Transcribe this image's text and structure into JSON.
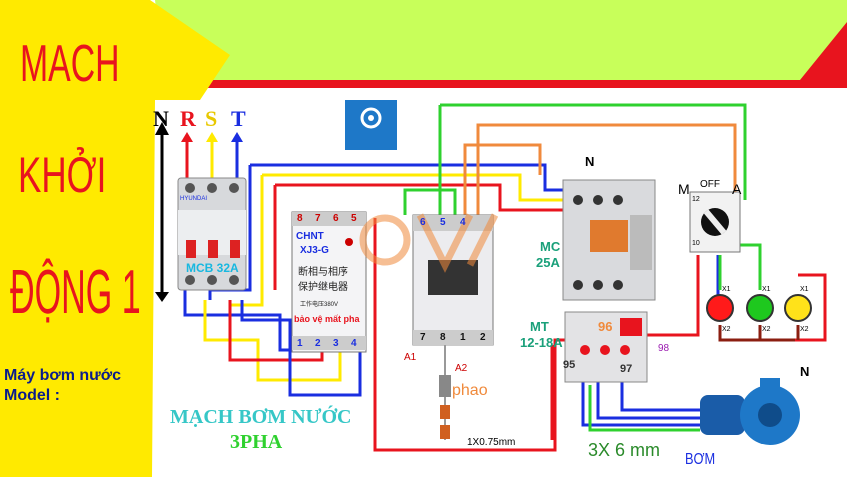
{
  "title": {
    "line1": "MACH",
    "line2": "KHỞI",
    "line3": "ĐỘNG  1"
  },
  "info": {
    "pump_label": "Máy bơm nước",
    "model_label": "Model :"
  },
  "caption": {
    "line1": "MẠCH BƠM NƯỚC",
    "line2": "3PHA"
  },
  "phases": {
    "n": "N",
    "r": "R",
    "s": "S",
    "t": "T"
  },
  "mcb": {
    "brand": "HYUNDAI",
    "label": "MCB 32A"
  },
  "relay": {
    "terminals_top": [
      "8",
      "7",
      "6",
      "5"
    ],
    "brand": "CHNT",
    "model": "XJ3-G",
    "cn_text_1": "断相与相序",
    "cn_text_2": "保护继电器",
    "voltage": "工作电压380V",
    "desc": "bảo vệ mất pha",
    "terminals_bottom": [
      "1",
      "2",
      "3",
      "4"
    ]
  },
  "float_relay": {
    "terminals_top": [
      "6",
      "5",
      "4"
    ],
    "terminals_bottom": [
      "7",
      "8",
      "1",
      "2"
    ],
    "a1": "A1",
    "a2": "A2",
    "float_label": "phao"
  },
  "contactor": {
    "label_1": "MC",
    "label_2": "25A",
    "n_label": "N"
  },
  "overload": {
    "label_1": "MT",
    "label_2": "12-18A",
    "t96": "96",
    "t98": "98",
    "t95": "95",
    "t97": "97"
  },
  "switch": {
    "m": "M",
    "off": "OFF",
    "a": "A",
    "t12": "12",
    "t10": "10"
  },
  "lamps": {
    "x1": "X1",
    "x2": "X2",
    "n_label": "N"
  },
  "wires": {
    "cable": "1X0.75mm",
    "power": "3X 6 mm",
    "pump": "BƠM"
  },
  "colors": {
    "yellow": "#ffea00",
    "lime": "#c8ff5a",
    "red": "#e8141e",
    "blue": "#1a2ee0",
    "green": "#2fd12f",
    "orange": "#f08a3c",
    "brown": "#8b1e10"
  }
}
